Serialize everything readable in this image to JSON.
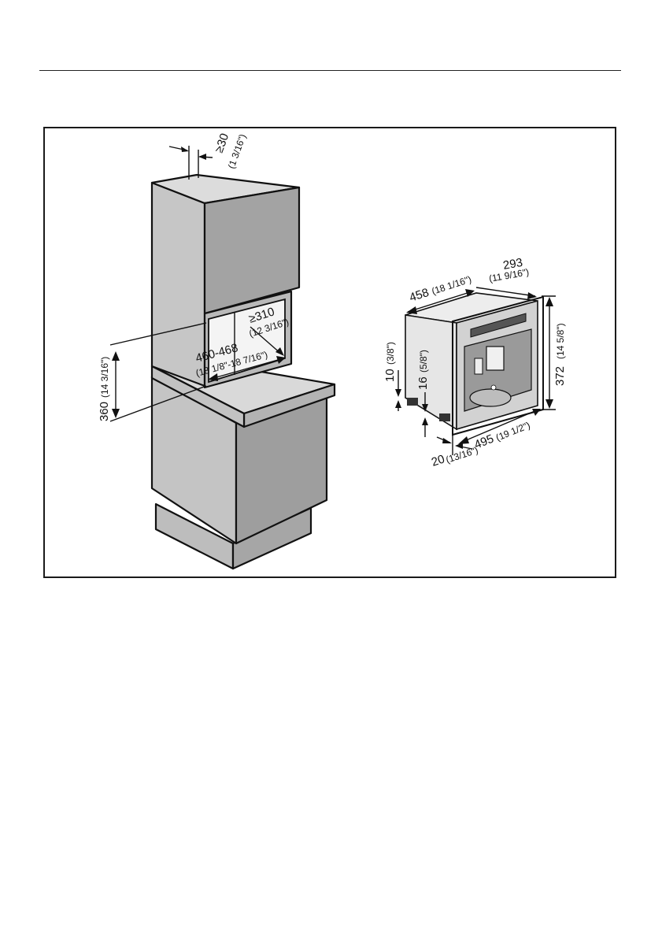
{
  "diagram": {
    "left": {
      "gap_top": "≥30",
      "gap_top_in": "(1 3/16\")",
      "niche_depth": "≥310",
      "niche_depth_in": "(12 3/16\")",
      "niche_width": "460-468",
      "niche_width_in": "(18 1/8\"-18 7/16\")",
      "niche_height": "360",
      "niche_height_in": "(14 3/16\")"
    },
    "right": {
      "depth": "458",
      "depth_in": "(18 1/16\")",
      "panel_depth": "293",
      "panel_depth_in": "(11 9/16\")",
      "height": "372",
      "height_in": "(14 5/8\")",
      "width": "495",
      "width_in": "(19 1/2\")",
      "foot_10": "10",
      "foot_10_in": "(3/8\")",
      "foot_16": "16",
      "foot_16_in": "(5/8\")",
      "front_20": "20",
      "front_20_in": "(13/16\")"
    }
  },
  "colors": {
    "cabinet_face": "#c9c9c9",
    "cabinet_side": "#a9a9a9",
    "cabinet_top": "#d8d8d8",
    "line": "#111111"
  }
}
